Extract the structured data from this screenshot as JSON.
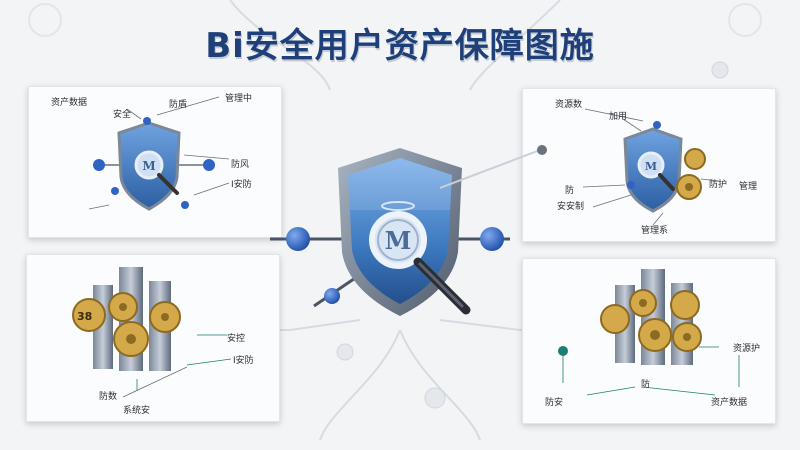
{
  "title": "Bi安全用户资产保障图施",
  "colors": {
    "shield_blue": "#3d7ac0",
    "shield_border": "#6b7a8c",
    "gear_gold": "#d3a94a",
    "node_blue": "#2f64c5",
    "node_teal": "#1c7d73",
    "title_blue": "#1f3f78"
  },
  "center": {
    "emblem": "M"
  },
  "panel_tl": {
    "labels": [
      "资产数据",
      "安全",
      "防盾",
      "管理中",
      "防风",
      "I安防"
    ]
  },
  "panel_tr": {
    "labels": [
      "资源数",
      "加用",
      "防",
      "防护",
      "管理",
      "安安制",
      "管理系"
    ]
  },
  "panel_bl": {
    "gear_label": "38",
    "labels": [
      "安控",
      "I安防",
      "防数",
      "系统安"
    ]
  },
  "panel_br": {
    "labels": [
      "资源护",
      "防",
      "防安",
      "资产数据"
    ]
  }
}
